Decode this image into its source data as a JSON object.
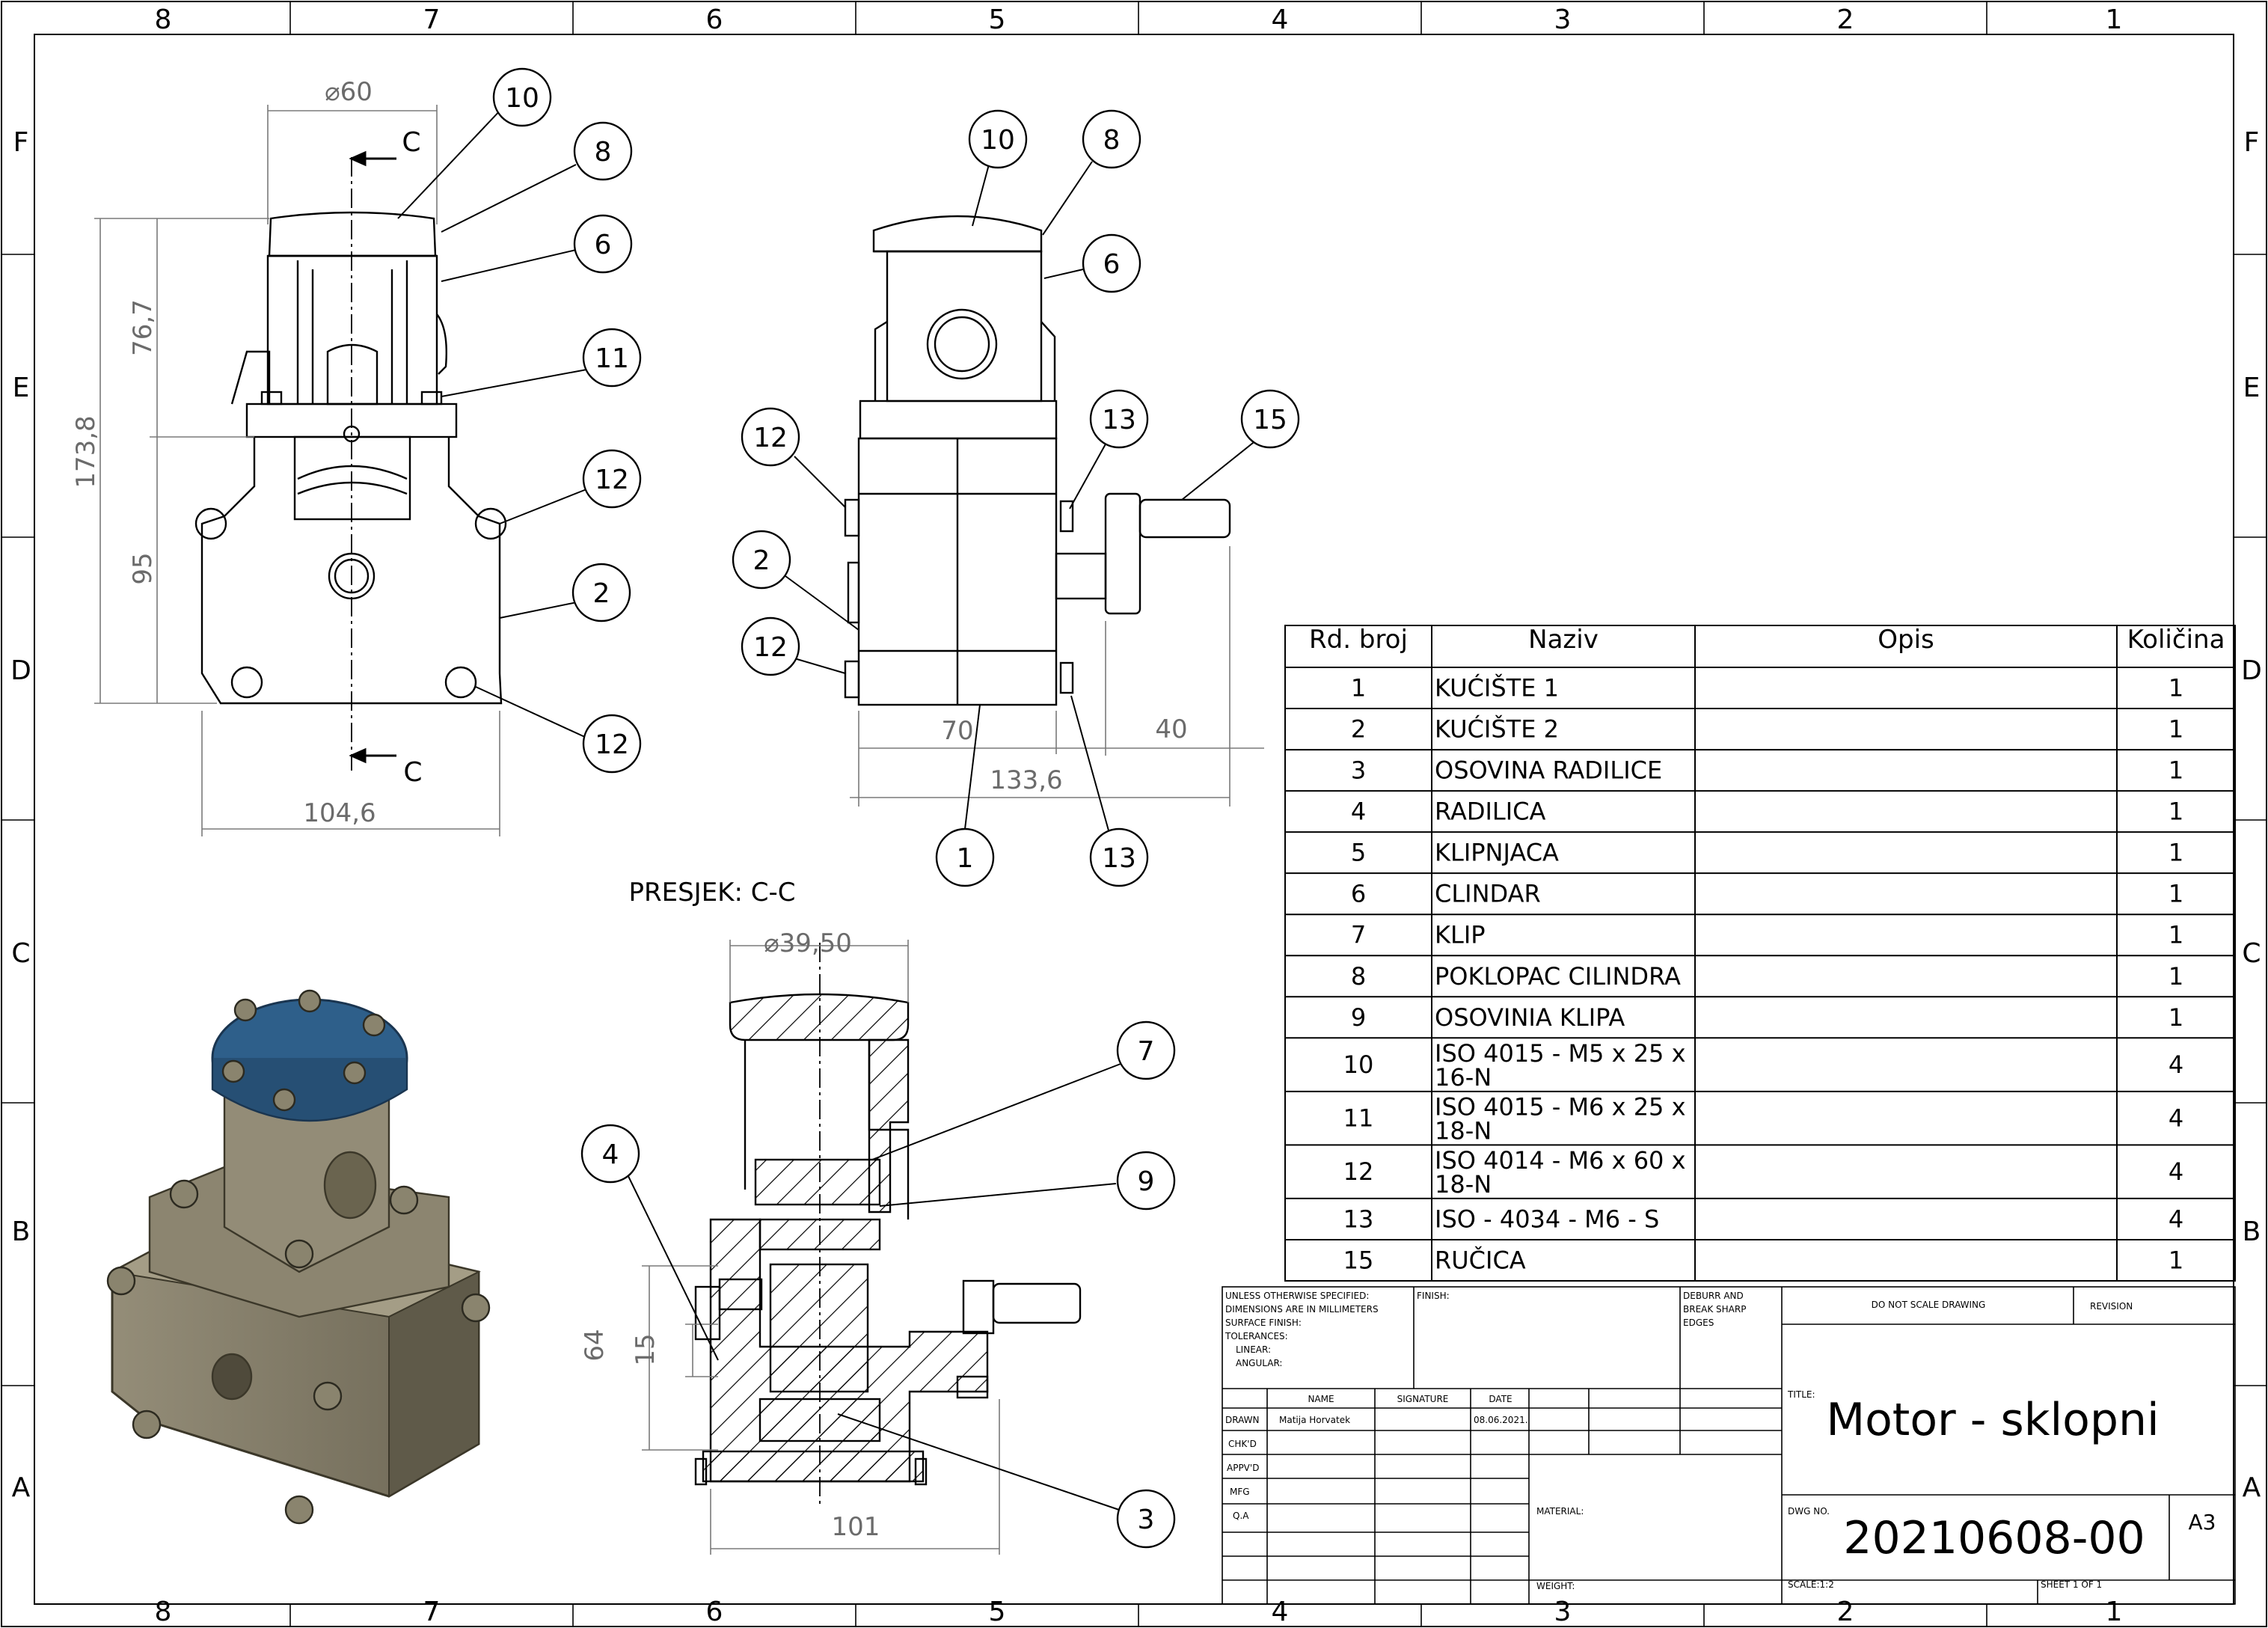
{
  "border_zones": {
    "columns": [
      "8",
      "7",
      "6",
      "5",
      "4",
      "3",
      "2",
      "1"
    ],
    "rows": [
      "F",
      "E",
      "D",
      "C",
      "B",
      "A"
    ]
  },
  "views": {
    "front": {
      "dims": {
        "dia": "⌀60",
        "h_upper": "76,7",
        "h_total": "173,8",
        "h_lower": "95",
        "width": "104,6"
      },
      "section_mark": "C",
      "balloons": [
        "10",
        "8",
        "6",
        "11",
        "12",
        "2",
        "12"
      ]
    },
    "side": {
      "dims": {
        "w70": "70",
        "w40": "40",
        "w133": "133,6"
      },
      "balloons": [
        "10",
        "8",
        "6",
        "12",
        "2",
        "12",
        "13",
        "15",
        "1",
        "13"
      ]
    },
    "section": {
      "label": "PRESJEK: C-C",
      "dims": {
        "dia": "⌀39,50",
        "h64": "64",
        "h15": "15",
        "w101": "101"
      },
      "balloons": [
        "7",
        "9",
        "4",
        "3"
      ]
    },
    "iso": {
      "body_color": "#7d7664",
      "cap_color": "#2e5f8a"
    }
  },
  "bom": {
    "headers": [
      "Rd. broj",
      "Naziv",
      "Opis",
      "Količina"
    ],
    "rows": [
      {
        "no": "1",
        "name": "KUĆIŠTE 1",
        "desc": "",
        "qty": "1"
      },
      {
        "no": "2",
        "name": "KUĆIŠTE 2",
        "desc": "",
        "qty": "1"
      },
      {
        "no": "3",
        "name": "OSOVINA RADILICE",
        "desc": "",
        "qty": "1"
      },
      {
        "no": "4",
        "name": "RADILICA",
        "desc": "",
        "qty": "1"
      },
      {
        "no": "5",
        "name": "KLIPNJACA",
        "desc": "",
        "qty": "1"
      },
      {
        "no": "6",
        "name": "CLINDAR",
        "desc": "",
        "qty": "1"
      },
      {
        "no": "7",
        "name": "KLIP",
        "desc": "",
        "qty": "1"
      },
      {
        "no": "8",
        "name": "POKLOPAC CILINDRA",
        "desc": "",
        "qty": "1"
      },
      {
        "no": "9",
        "name": "OSOVINIA KLIPA",
        "desc": "",
        "qty": "1"
      },
      {
        "no": "10",
        "name": "ISO 4015 - M5 x 25 x 16-N",
        "desc": "",
        "qty": "4"
      },
      {
        "no": "11",
        "name": "ISO 4015 - M6 x 25 x 18-N",
        "desc": "",
        "qty": "4"
      },
      {
        "no": "12",
        "name": "ISO 4014 - M6 x 60 x 18-N",
        "desc": "",
        "qty": "4"
      },
      {
        "no": "13",
        "name": "ISO - 4034 - M6 - S",
        "desc": "",
        "qty": "4"
      },
      {
        "no": "15",
        "name": "RUČICA",
        "desc": "",
        "qty": "1"
      }
    ]
  },
  "title_block": {
    "general_notes": [
      "UNLESS OTHERWISE SPECIFIED:",
      "DIMENSIONS ARE IN MILLIMETERS",
      "SURFACE FINISH:",
      "TOLERANCES:",
      "LINEAR:",
      "ANGULAR:"
    ],
    "finish": "FINISH:",
    "deburr": [
      "DEBURR AND",
      "BREAK SHARP",
      "EDGES"
    ],
    "do_not_scale": "DO NOT SCALE DRAWING",
    "revision": "REVISION",
    "col_name": "NAME",
    "col_signature": "SIGNATURE",
    "col_date": "DATE",
    "roles": [
      "DRAWN",
      "CHK'D",
      "APPV'D",
      "MFG",
      "Q.A"
    ],
    "drawn_name": "Matija Horvatek",
    "drawn_date": "08.06.2021.",
    "material": "MATERIAL:",
    "weight": "WEIGHT:",
    "title_label": "TITLE:",
    "title": "Motor - sklopni",
    "dwg_label": "DWG NO.",
    "dwg_no": "20210608-00",
    "size": "A3",
    "scale": "SCALE:1:2",
    "sheet": "SHEET 1 OF 1"
  }
}
